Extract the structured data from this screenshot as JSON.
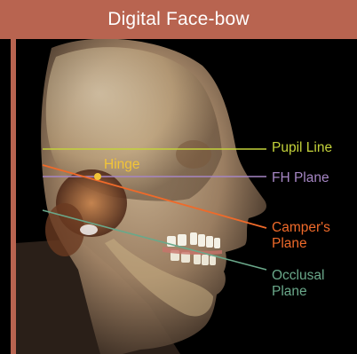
{
  "header": {
    "title": "Digital Face-bow"
  },
  "labels": {
    "pupil_line": "Pupil Line",
    "fh_plane": "FH Plane",
    "campers_line1": "Camper's",
    "campers_line2": "Plane",
    "occlusal_line1": "Occlusal",
    "occlusal_line2": "Plane",
    "hinge": "Hinge"
  },
  "colors": {
    "header_bg": "#b86450",
    "pupil_line": "#c4d23a",
    "fh_plane": "#a686c4",
    "campers_plane": "#ef6a2a",
    "occlusal_plane": "#6aa88a",
    "hinge": "#f2c437"
  }
}
